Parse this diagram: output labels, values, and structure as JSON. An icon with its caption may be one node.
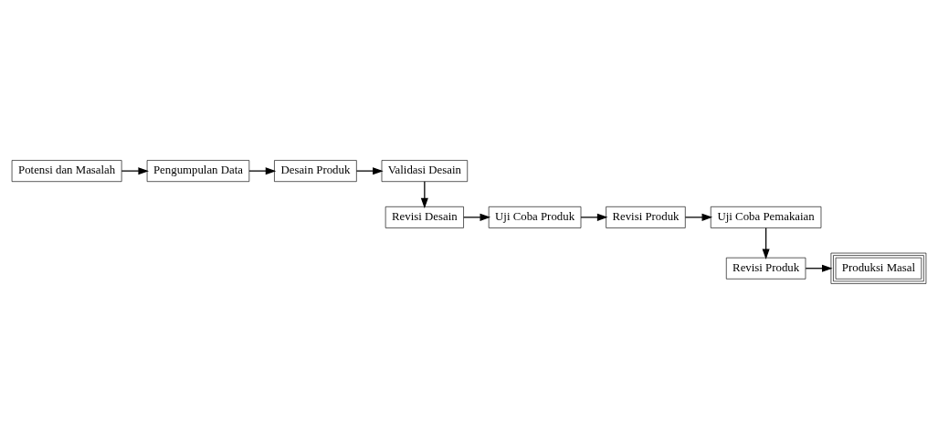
{
  "diagram": {
    "nodes": [
      {
        "text": [
          "Potensi dan Masalah"
        ]
      },
      {
        "text": [
          "Pengumpulan Data"
        ]
      },
      {
        "text": [
          "Desain Produk"
        ]
      },
      {
        "text": [
          "Validasi Desain"
        ]
      },
      {
        "text": [
          "Revisi Desain"
        ]
      },
      {
        "text": [
          "Uji Coba Produk"
        ]
      },
      {
        "text": [
          "Revisi Produk"
        ]
      },
      {
        "text": [
          "Uji Coba Pemakaian"
        ]
      },
      {
        "text": [
          "Revisi Produk"
        ]
      },
      {
        "text": [
          "Produksi Masal"
        ]
      }
    ],
    "edges": [
      {
        "from": 0,
        "to": 1,
        "arrow": "to"
      },
      {
        "from": 1,
        "to": 2,
        "arrow": "to"
      },
      {
        "from": 2,
        "to": 3,
        "arrow": "to"
      },
      {
        "from": 3,
        "to": 4,
        "arrow": "to"
      },
      {
        "from": 4,
        "to": 5,
        "arrow": "to"
      },
      {
        "from": 5,
        "to": 6,
        "arrow": "to"
      },
      {
        "from": 6,
        "to": 7,
        "arrow": "to"
      },
      {
        "from": 7,
        "to": 8,
        "arrow": "to"
      },
      {
        "from": 8,
        "to": 9,
        "arrow": "to"
      }
    ]
  }
}
